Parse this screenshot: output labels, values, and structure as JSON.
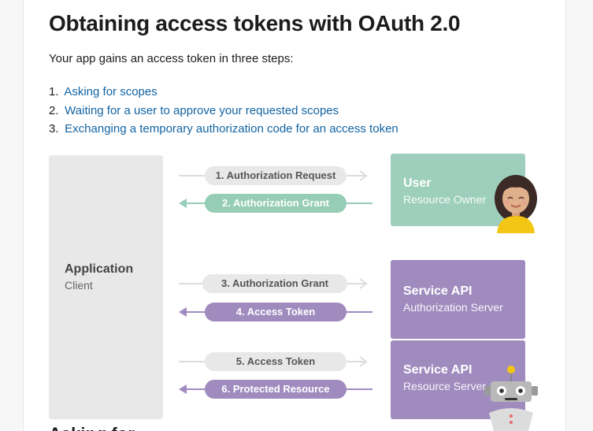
{
  "page": {
    "title": "Obtaining access tokens with OAuth 2.0",
    "intro": "Your app gains an access token in three steps:",
    "steps": [
      {
        "num": "1.",
        "label": "Asking for scopes"
      },
      {
        "num": "2.",
        "label": "Waiting for a user to approve your requested scopes"
      },
      {
        "num": "3.",
        "label": "Exchanging a temporary authorization code for an access token"
      }
    ],
    "next_heading": "Asking for"
  },
  "diagram": {
    "application": {
      "title": "Application",
      "subtitle": "Client"
    },
    "user": {
      "title": "User",
      "subtitle": "Resource Owner"
    },
    "auth_server": {
      "title": "Service API",
      "subtitle": "Authorization Server"
    },
    "resource_server": {
      "title": "Service API",
      "subtitle": "Resource Server"
    },
    "flows": [
      {
        "label": "1. Authorization Request",
        "direction": "right"
      },
      {
        "label": "2. Authorization Grant",
        "direction": "left"
      },
      {
        "label": "3. Authorization Grant",
        "direction": "right"
      },
      {
        "label": "4. Access Token",
        "direction": "left"
      },
      {
        "label": "5. Access Token",
        "direction": "right"
      },
      {
        "label": "6. Protected Resource",
        "direction": "left"
      }
    ]
  },
  "colors": {
    "link": "#1264a3",
    "user_green": "#9dcfbc",
    "service_purple": "#a08bbf",
    "neutral_gray": "#e8e8e8"
  },
  "icons": [
    "user-avatar-icon",
    "robot-icon",
    "arrow-right-icon",
    "arrow-left-icon"
  ]
}
